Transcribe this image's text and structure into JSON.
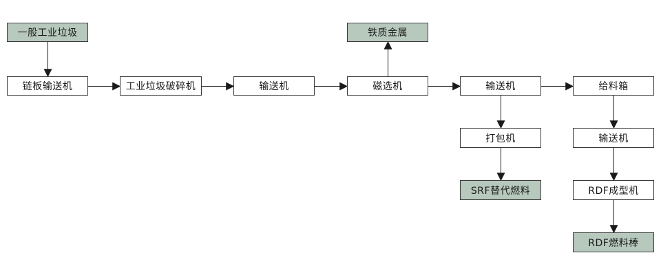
{
  "colors": {
    "terminal_fill": "#b7c9bd",
    "process_fill": "#ffffff",
    "border": "#3a3a3a",
    "arrow": "#1a1a1a"
  },
  "nodes": {
    "general_waste": "一般工业垃圾",
    "chain_conveyor": "链板输送机",
    "crusher": "工业垃圾破碎机",
    "conveyor_1": "输送机",
    "magnetic_separator": "磁选机",
    "ferrous_metal": "铁质金属",
    "conveyor_2": "输送机",
    "feed_box": "给料箱",
    "baler": "打包机",
    "srf_fuel": "SRF替代燃料",
    "conveyor_3": "输送机",
    "rdf_former": "RDF成型机",
    "rdf_rods": "RDF燃料棒"
  },
  "edges": [
    {
      "from": "general_waste",
      "to": "chain_conveyor"
    },
    {
      "from": "chain_conveyor",
      "to": "crusher"
    },
    {
      "from": "crusher",
      "to": "conveyor_1"
    },
    {
      "from": "conveyor_1",
      "to": "magnetic_separator"
    },
    {
      "from": "magnetic_separator",
      "to": "ferrous_metal"
    },
    {
      "from": "magnetic_separator",
      "to": "conveyor_2"
    },
    {
      "from": "conveyor_2",
      "to": "feed_box"
    },
    {
      "from": "conveyor_2",
      "to": "baler"
    },
    {
      "from": "baler",
      "to": "srf_fuel"
    },
    {
      "from": "feed_box",
      "to": "conveyor_3"
    },
    {
      "from": "conveyor_3",
      "to": "rdf_former"
    },
    {
      "from": "rdf_former",
      "to": "rdf_rods"
    }
  ]
}
